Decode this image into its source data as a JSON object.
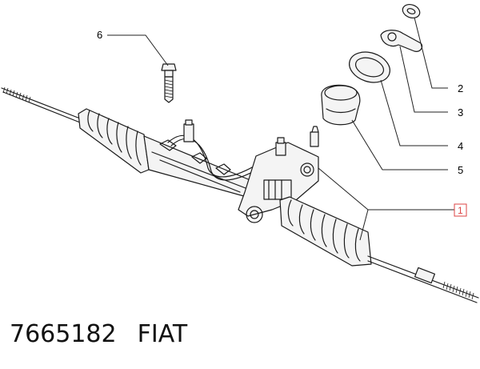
{
  "diagram": {
    "callouts": [
      {
        "id": "c1",
        "label": "1",
        "boxed": true,
        "boxed_color": "#dd4444"
      },
      {
        "id": "c2",
        "label": "2"
      },
      {
        "id": "c3",
        "label": "3"
      },
      {
        "id": "c4",
        "label": "4"
      },
      {
        "id": "c5",
        "label": "5"
      },
      {
        "id": "c6",
        "label": "6"
      }
    ]
  },
  "caption": {
    "part_number": "7665182",
    "brand": "FIAT"
  }
}
